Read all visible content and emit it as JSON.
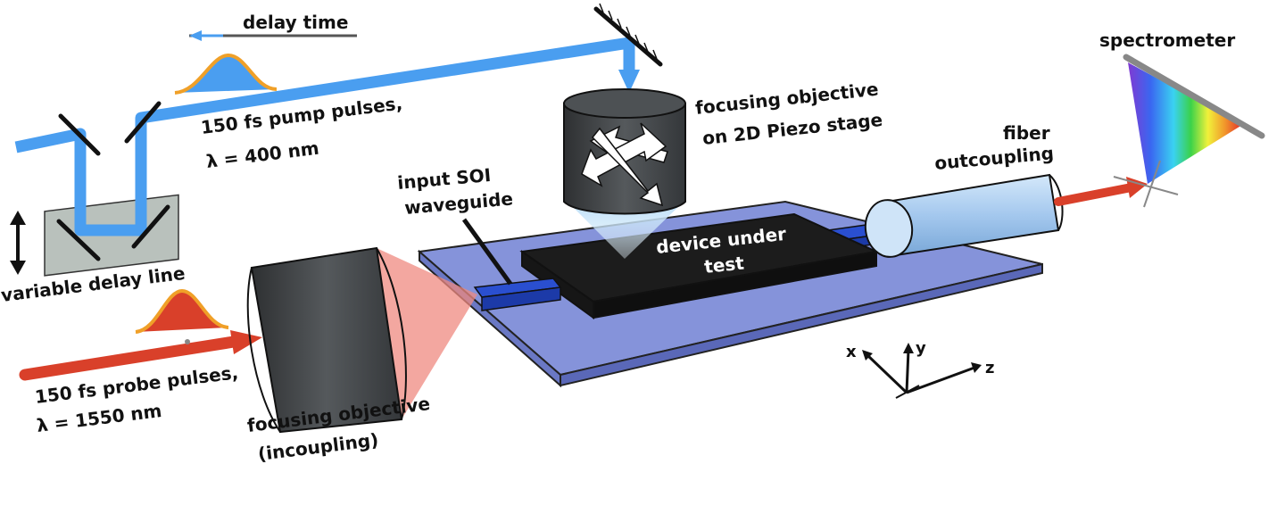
{
  "labels": {
    "delay_time": "delay time",
    "pump_line1": "150 fs pump pulses,",
    "pump_line2": "λ = 400 nm",
    "variable_delay": "variable delay line",
    "probe_line1": "150 fs probe pulses,",
    "probe_line2": "λ = 1550 nm",
    "obj_in_line1": "focusing objective",
    "obj_in_line2": "(incoupling)",
    "waveguide_line1": "input SOI",
    "waveguide_line2": "waveguide",
    "obj_top_line1": "focusing objective",
    "obj_top_line2": "on 2D Piezo stage",
    "device_line1": "device under",
    "device_line2": "test",
    "fiber_line1": "fiber",
    "fiber_line2": "outcoupling",
    "spectrometer": "spectrometer",
    "axis_x": "x",
    "axis_y": "y",
    "axis_z": "z"
  },
  "colors": {
    "pump_beam": "#4a9ef0",
    "probe_beam": "#d9402a",
    "pulse_outline": "#f0a028",
    "objective": "#3f4244",
    "substrate": "#7f8fd8",
    "device": "#1c1c1c",
    "fiber": "#a8cdf0",
    "waveguide": "#2a4fd0"
  },
  "icons": [
    "mirror-icon",
    "pulse-icon",
    "objective-icon",
    "axes-icon",
    "prism-icon"
  ]
}
